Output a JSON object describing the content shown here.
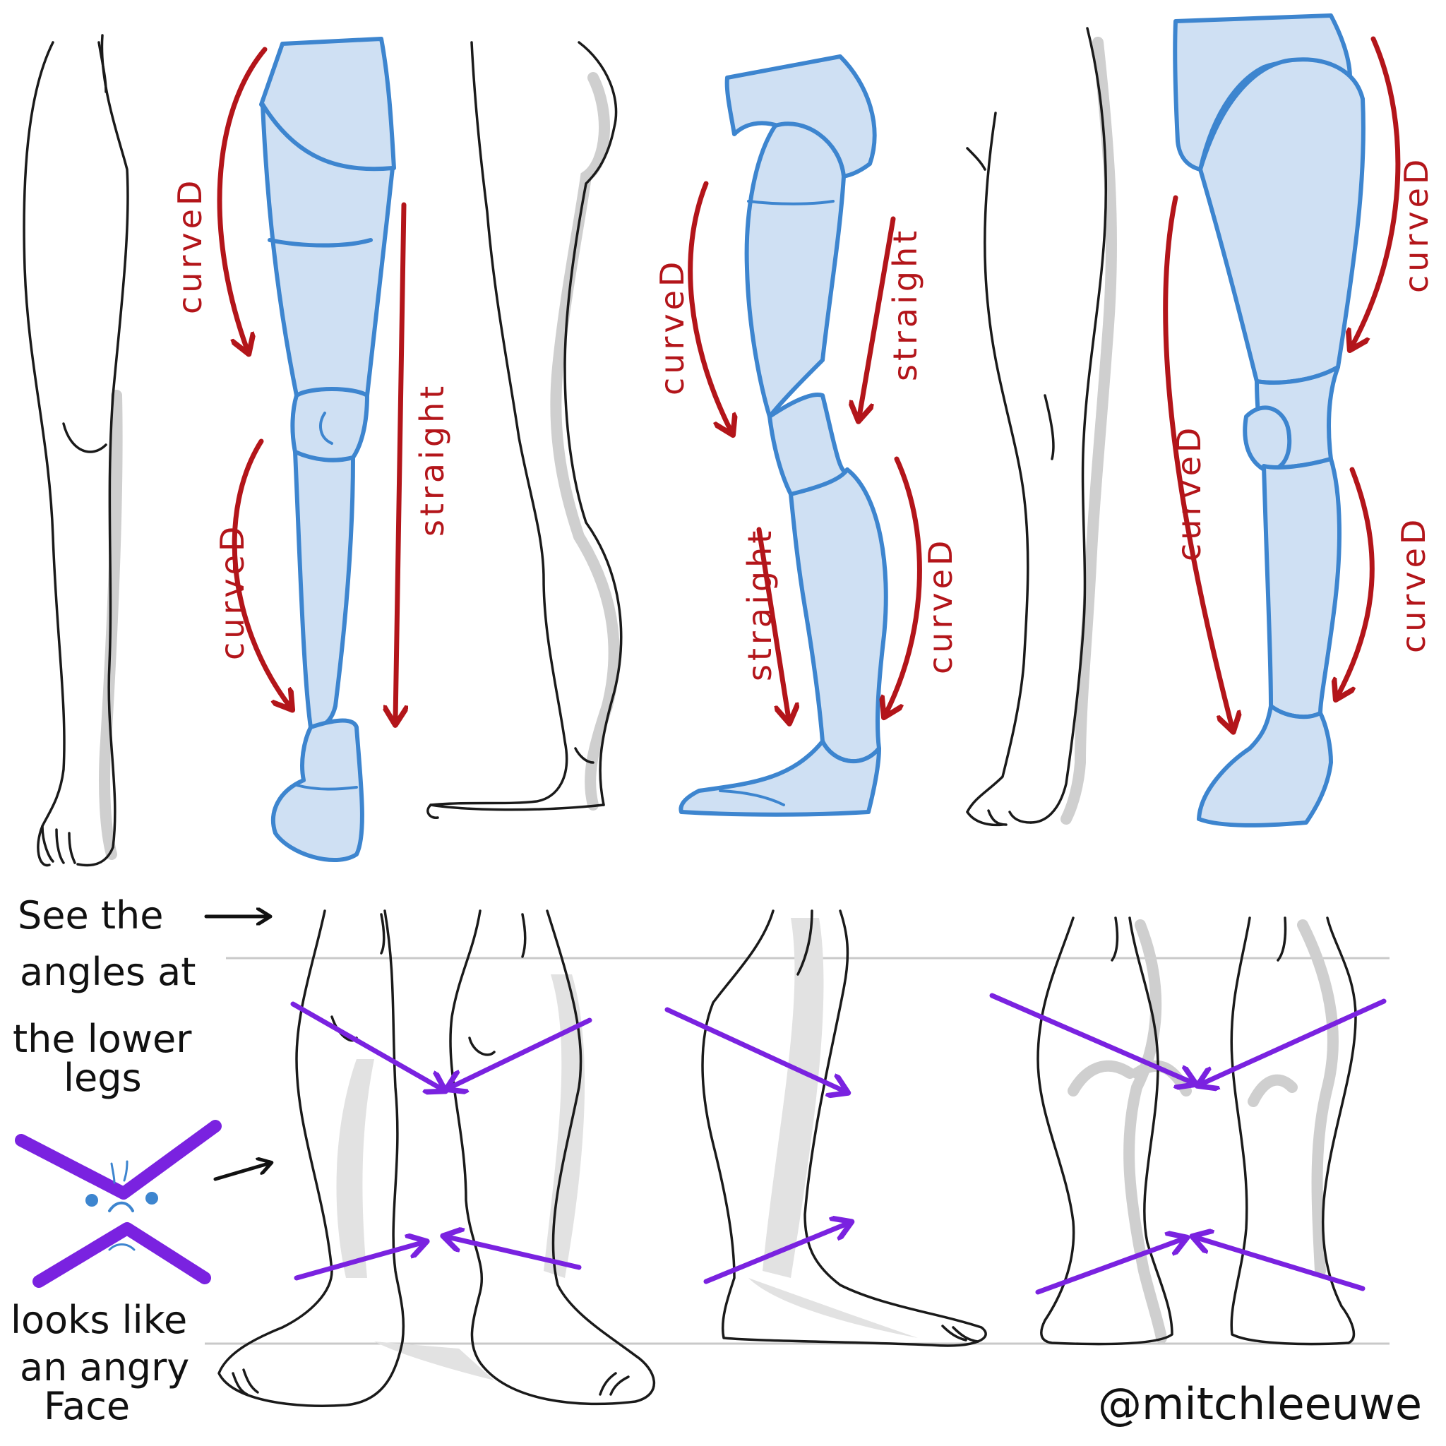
{
  "labels": {
    "curved": "curveD",
    "straight": "straight",
    "note_angles": [
      "See the",
      "angles at",
      "the lower",
      "legs"
    ],
    "note_face": [
      "looks like",
      "an angry",
      "Face"
    ],
    "credit": "@mitchleeuwe"
  },
  "colors": {
    "blue_fill": "#cfe0f3",
    "blue_stroke": "#3d85cf",
    "red_arrow": "#b3151a",
    "purple_arrow": "#7a22e0",
    "ink": "#1a1a1a"
  }
}
